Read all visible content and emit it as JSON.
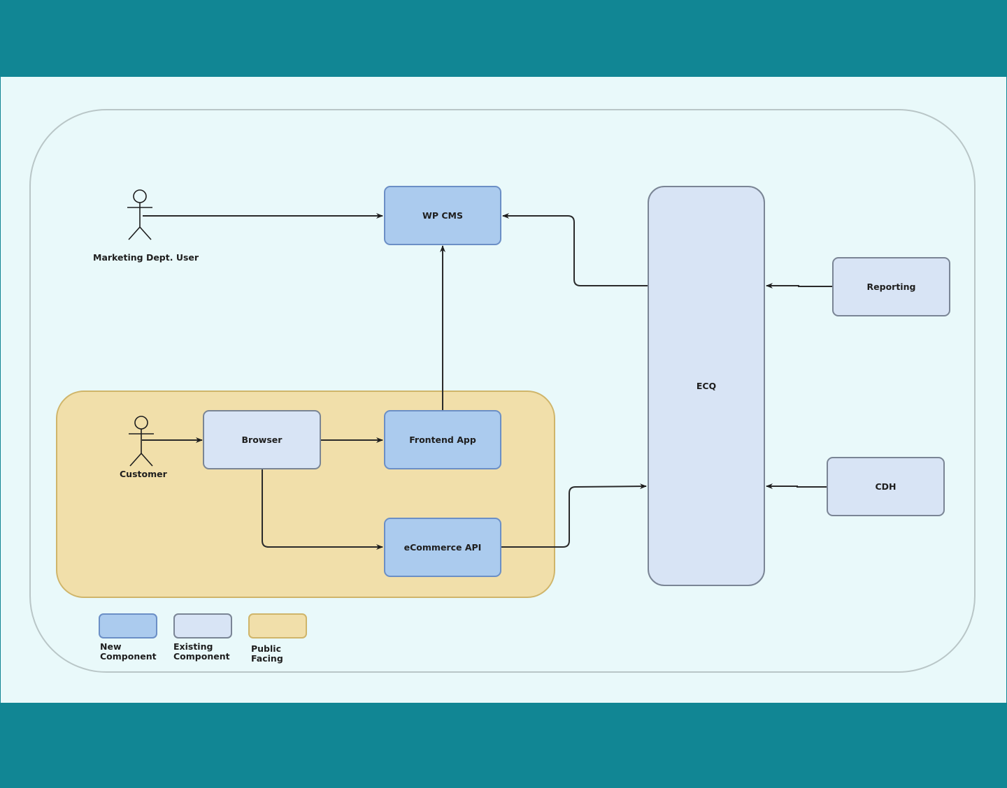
{
  "nodes": {
    "wp_cms": "WP CMS",
    "browser": "Browser",
    "frontend_app": "Frontend App",
    "ecommerce_api": "eCommerce API",
    "ecq": "ECQ",
    "reporting": "Reporting",
    "cdh": "CDH"
  },
  "actors": {
    "marketing_user": "Marketing Dept. User",
    "customer": "Customer"
  },
  "legend": {
    "new": "New\nComponent",
    "existing": "Existing\nComponent",
    "public": "Public\nFacing"
  },
  "colors": {
    "background": "#118694",
    "canvas": "#e9f9fa",
    "new_component": "#abcbee",
    "existing_component": "#d8e4f5",
    "public_facing": "#f1dfaa"
  }
}
